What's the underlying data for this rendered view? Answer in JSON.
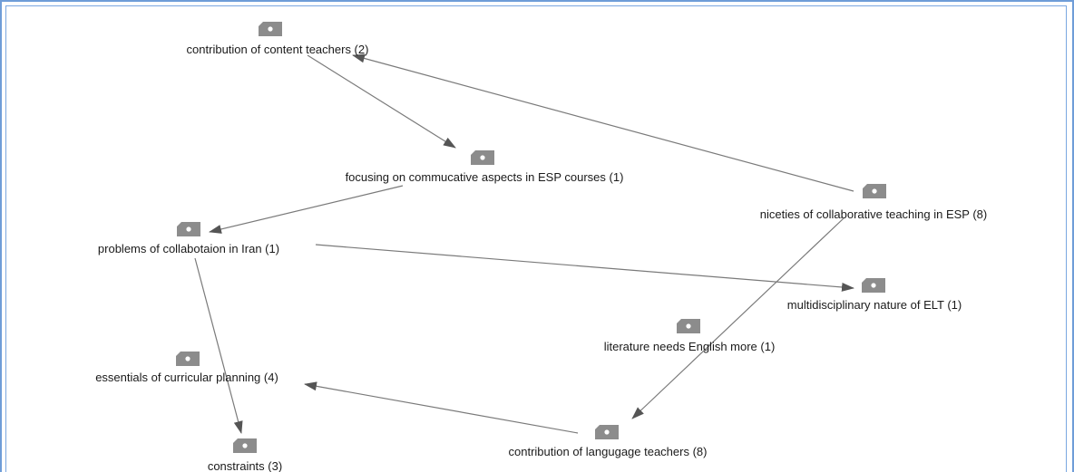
{
  "nodes": [
    {
      "id": "n_content_teachers",
      "label": "contribution of content teachers (2)"
    },
    {
      "id": "n_communicative",
      "label": "focusing on commucative aspects in ESP courses (1)"
    },
    {
      "id": "n_niceties",
      "label": "niceties of collaborative teaching in ESP (8)"
    },
    {
      "id": "n_problems",
      "label": "problems of collabotaion in Iran (1)"
    },
    {
      "id": "n_multidisciplinary",
      "label": "multidisciplinary nature of ELT (1)"
    },
    {
      "id": "n_literature",
      "label": "literature needs English more (1)"
    },
    {
      "id": "n_essentials",
      "label": "essentials of curricular planning (4)"
    },
    {
      "id": "n_language_teachers",
      "label": "contribution of langugage teachers (8)"
    },
    {
      "id": "n_constraints",
      "label": "constraints (3)"
    }
  ],
  "edges": [
    {
      "from": "n_content_teachers",
      "to": "n_communicative"
    },
    {
      "from": "n_niceties",
      "to": "n_content_teachers"
    },
    {
      "from": "n_communicative",
      "to": "n_problems"
    },
    {
      "from": "n_problems",
      "to": "n_multidisciplinary"
    },
    {
      "from": "n_problems",
      "to": "n_constraints"
    },
    {
      "from": "n_niceties",
      "to": "n_language_teachers"
    },
    {
      "from": "n_language_teachers",
      "to": "n_essentials"
    }
  ],
  "style": {
    "tag_color": "#8c8c8c",
    "edge_color": "#7a7a7a",
    "frame_color": "#6f9dd8"
  },
  "icon": "tag-icon"
}
